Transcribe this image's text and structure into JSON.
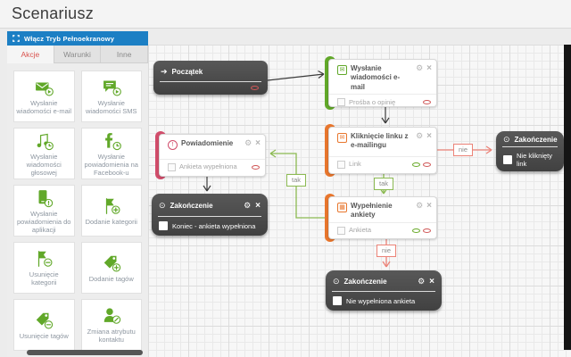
{
  "app": {
    "title": "Scenariusz"
  },
  "sidebar": {
    "fullscreen_label": "Włącz Tryb Pełnoekranowy",
    "tabs": [
      {
        "label": "Akcje",
        "active": true
      },
      {
        "label": "Warunki",
        "active": false
      },
      {
        "label": "Inne",
        "active": false
      }
    ],
    "items": [
      {
        "label": "Wysłanie wiadomości e-mail",
        "icon": "envelope-send-icon"
      },
      {
        "label": "Wysłanie wiadomości SMS",
        "icon": "sms-send-icon"
      },
      {
        "label": "Wysłanie wiadomości głosowej",
        "icon": "voice-message-icon"
      },
      {
        "label": "Wysłanie powiadomienia na Facebook-u",
        "icon": "facebook-notification-icon"
      },
      {
        "label": "Wysłanie powiadomienia do aplikacji",
        "icon": "app-notification-icon"
      },
      {
        "label": "Dodanie kategorii",
        "icon": "category-add-icon"
      },
      {
        "label": "Usunięcie kategorii",
        "icon": "category-remove-icon"
      },
      {
        "label": "Dodanie tagów",
        "icon": "tag-add-icon"
      },
      {
        "label": "Usunięcie tagów",
        "icon": "tag-remove-icon"
      },
      {
        "label": "Zmiana atrybutu kontaktu",
        "icon": "contact-edit-icon"
      }
    ]
  },
  "canvas": {
    "nodes": {
      "start": {
        "title": "Początek"
      },
      "email": {
        "title": "Wysłanie wiadomości e-mail",
        "option": "Prośba o opinię"
      },
      "link_click": {
        "title": "Kliknięcie linku z e-mailingu",
        "option": "Link"
      },
      "notification": {
        "title": "Powiadomienie",
        "option": "Ankieta wypełniona"
      },
      "survey": {
        "title": "Wypełnienie ankiety",
        "option": "Ankieta"
      },
      "end_left": {
        "title": "Zakończenie",
        "option": "Koniec - ankieta wypełniona"
      },
      "end_bottom": {
        "title": "Zakończenie",
        "option": "Nie wypełniona ankieta"
      },
      "end_right": {
        "title": "Zakończenie",
        "option": "Nie kliknięty link"
      }
    },
    "edge_labels": {
      "yes": "tak",
      "no": "nie"
    }
  },
  "icons": {
    "gear": "⚙",
    "close": "×",
    "start_arrow": "➔",
    "end_circle": "⊙",
    "envelope": "✉",
    "survey_grid": "▦",
    "alert": "!"
  },
  "colors": {
    "blue": "#1c7fc4",
    "green": "#61a829",
    "orange": "#e8762d",
    "pink": "#d14d6b",
    "red_accent": "#d9534f",
    "dark_node": "#4a4a4a"
  }
}
